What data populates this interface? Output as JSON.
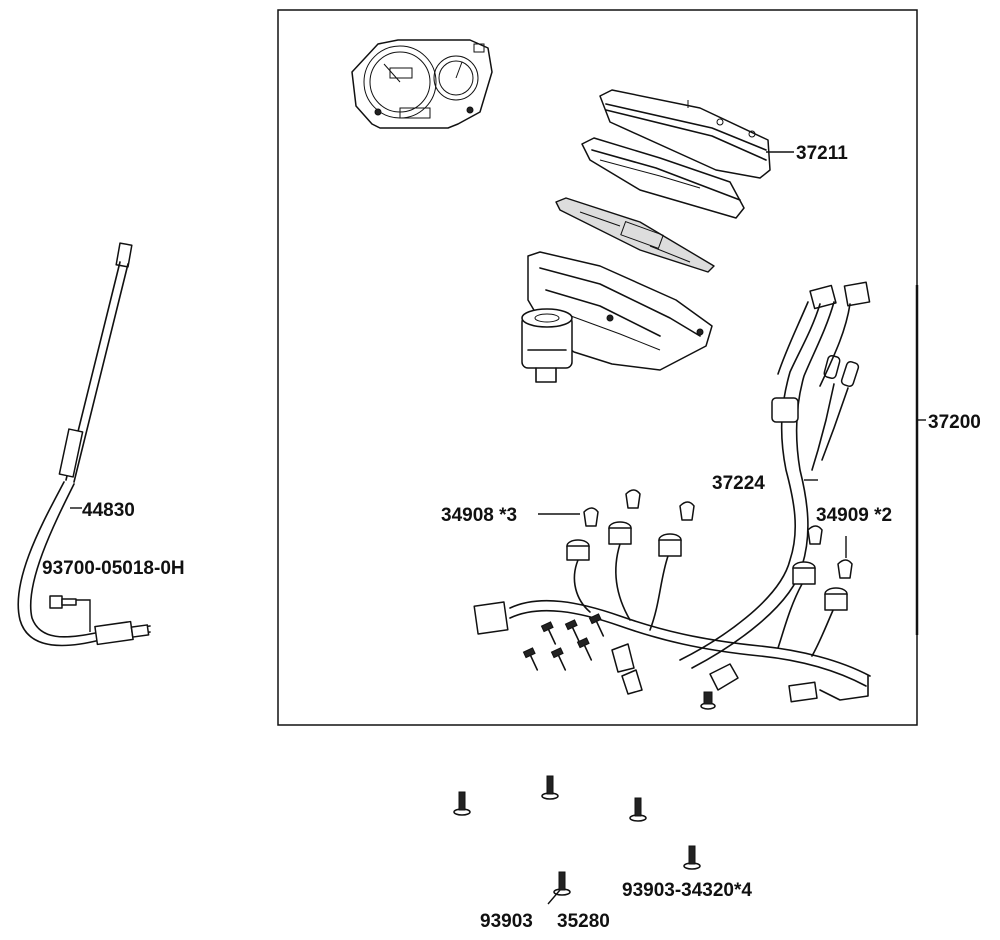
{
  "parts": {
    "p37211": "37211",
    "p37200": "37200",
    "p37224": "37224",
    "p34908": "34908 *3",
    "p34909": "34909 *2",
    "p44830": "44830",
    "p93700": "93700-05018-0H",
    "p93903a": "93903-34320*4",
    "p93903b": "93903",
    "p35280": "35280"
  },
  "icons": {
    "meter_cluster": "instrument-cluster-icon",
    "meter_case": "meter-case-icon",
    "meter_housing": "meter-housing-icon",
    "wire_harness": "wire-harness-icon",
    "speedo_cable": "speedometer-cable-icon",
    "bulb": "bulb-icon",
    "screw": "screw-icon"
  }
}
